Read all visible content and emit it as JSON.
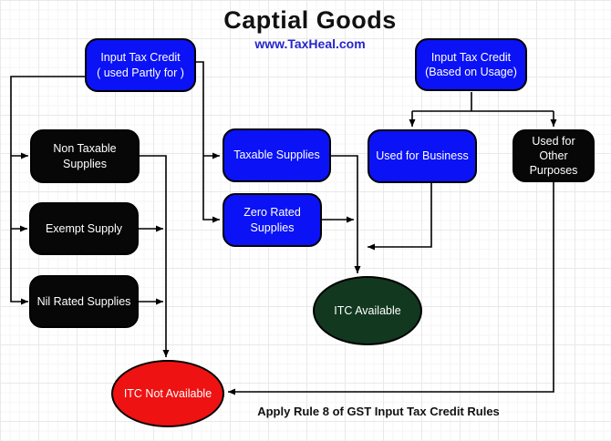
{
  "title": "Captial Goods",
  "subtitle": "www.TaxHeal.com",
  "footer_note": "Apply Rule 8 of GST Input Tax Credit Rules",
  "colors": {
    "node_blue": "#0b12f5",
    "node_black": "#070707",
    "ellipse_green": "#12381f",
    "ellipse_red": "#ee1212",
    "subtitle_blue": "#2525cd",
    "connector": "#000000",
    "grid_major": "#e9e9e9",
    "grid_minor": "#f6f6f6"
  },
  "nodes": {
    "itc_partly": {
      "label": "Input Tax Credit\n( used Partly for )"
    },
    "itc_usage": {
      "label": "Input Tax Credit\n(Based on Usage)"
    },
    "non_taxable": {
      "label": "Non Taxable\nSupplies"
    },
    "exempt": {
      "label": "Exempt Supply"
    },
    "nil_rated": {
      "label": "Nil Rated Supplies"
    },
    "taxable": {
      "label": "Taxable Supplies"
    },
    "zero_rated": {
      "label": "Zero Rated\nSupplies"
    },
    "used_business": {
      "label": "Used for Business"
    },
    "used_other": {
      "label": "Used for Other\nPurposes"
    },
    "itc_available": {
      "label": "ITC Available"
    },
    "itc_not_available": {
      "label": "ITC Not Available"
    }
  },
  "edges": [
    "Input Tax Credit ( used Partly for ) -> Non Taxable Supplies",
    "Input Tax Credit ( used Partly for ) -> Exempt Supply",
    "Input Tax Credit ( used Partly for ) -> Nil Rated Supplies",
    "Input Tax Credit ( used Partly for ) -> Taxable Supplies",
    "Input Tax Credit ( used Partly for ) -> Zero Rated Supplies",
    "Non Taxable Supplies -> ITC Not Available",
    "Exempt Supply -> ITC Not Available",
    "Nil Rated Supplies -> ITC Not Available",
    "Taxable Supplies -> ITC Available",
    "Zero Rated Supplies -> ITC Available",
    "Used for Business -> ITC Available",
    "Input Tax Credit (Based on Usage) -> Used for Business",
    "Input Tax Credit (Based on Usage) -> Used for Other Purposes",
    "Used for Other Purposes -> ITC Not Available"
  ]
}
